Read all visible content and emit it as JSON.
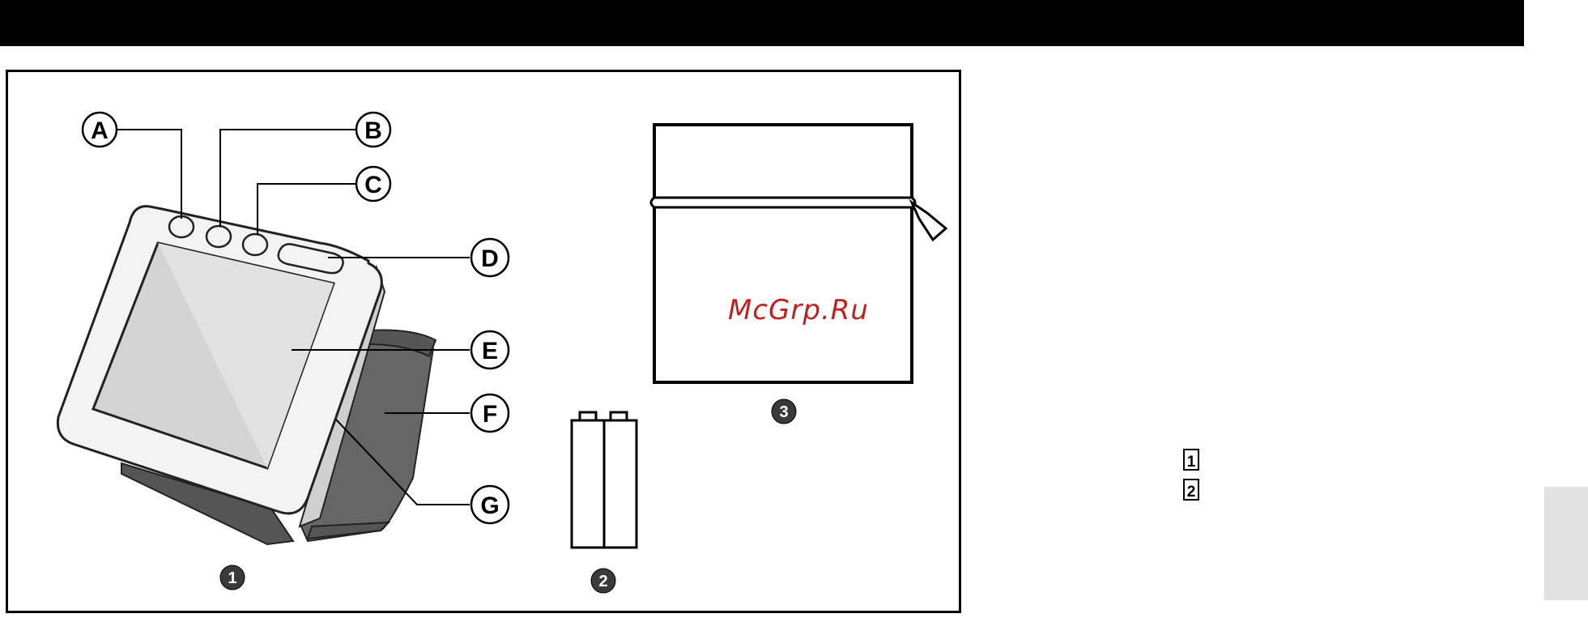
{
  "figure": {
    "callouts": [
      "A",
      "B",
      "C",
      "D",
      "E",
      "F",
      "G"
    ],
    "items": [
      "1",
      "2",
      "3"
    ],
    "watermark": "McGrp.Ru"
  },
  "side_icons": [
    "1",
    "2"
  ],
  "colors": {
    "top_bar": "#000000",
    "side_tab": "#e2e2e2",
    "watermark": "#c0211f",
    "cuff": "#666666"
  }
}
